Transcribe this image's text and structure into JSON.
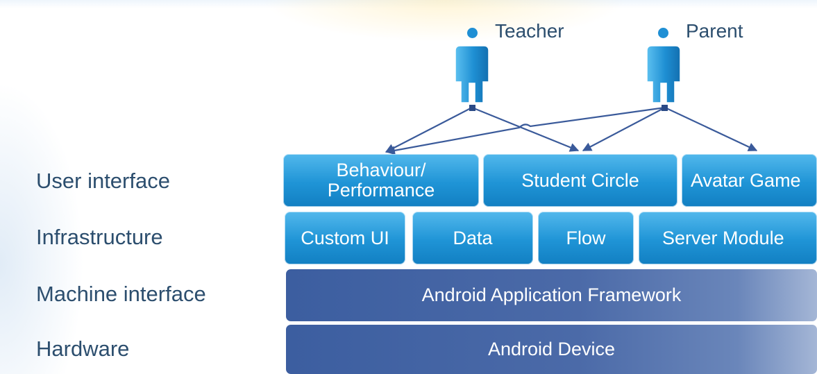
{
  "layers": {
    "user_interface": "User interface",
    "infrastructure": "Infrastructure",
    "machine_interface": "Machine interface",
    "hardware": "Hardware"
  },
  "actors": {
    "teacher": "Teacher",
    "parent": "Parent"
  },
  "ui_modules": {
    "behaviour_line1": "Behaviour/",
    "behaviour_line2": "Performance",
    "student_circle": "Student Circle",
    "avatar_game": "Avatar Game"
  },
  "infrastructure_modules": {
    "custom_ui": "Custom UI",
    "data": "Data",
    "flow": "Flow",
    "server_module": "Server Module"
  },
  "framework": "Android Application Framework",
  "device": "Android Device",
  "connections": [
    {
      "from": "Teacher",
      "to": "Behaviour/Performance"
    },
    {
      "from": "Teacher",
      "to": "Student Circle"
    },
    {
      "from": "Parent",
      "to": "Behaviour/Performance"
    },
    {
      "from": "Parent",
      "to": "Student Circle"
    },
    {
      "from": "Parent",
      "to": "Avatar Game"
    }
  ],
  "colors": {
    "light_module": "#1f94d6",
    "dark_layer": "#3c5ea0",
    "label_text": "#2c4e6e",
    "person_icon": "#1e8fd3",
    "connector": "#3a5a9a"
  }
}
